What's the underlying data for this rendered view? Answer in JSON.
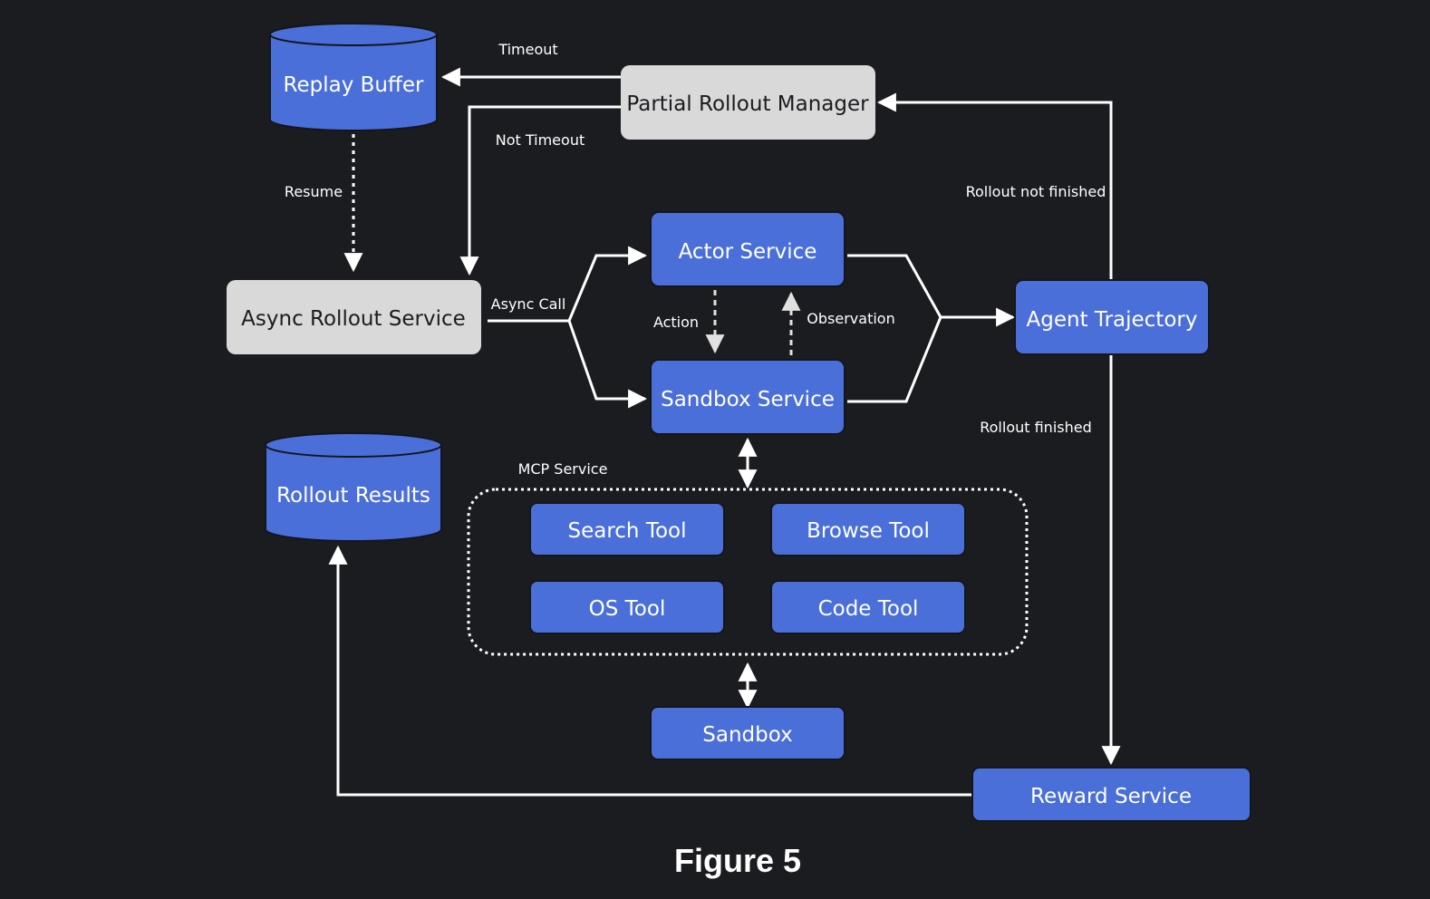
{
  "nodes": {
    "replay_buffer": "Replay Buffer",
    "partial_rollout_manager": "Partial Rollout Manager",
    "async_rollout_service": "Async Rollout Service",
    "actor_service": "Actor Service",
    "sandbox_service": "Sandbox Service",
    "agent_trajectory": "Agent Trajectory",
    "rollout_results": "Rollout Results",
    "search_tool": "Search Tool",
    "browse_tool": "Browse Tool",
    "os_tool": "OS Tool",
    "code_tool": "Code Tool",
    "sandbox": "Sandbox",
    "reward_service": "Reward Service"
  },
  "edge_labels": {
    "timeout": "Timeout",
    "not_timeout": "Not Timeout",
    "resume": "Resume",
    "rollout_not_finished": "Rollout not finished",
    "async_call": "Async Call",
    "action": "Action",
    "observation": "Observation",
    "rollout_finished": "Rollout finished",
    "mcp_service": "MCP Service"
  },
  "caption": "Figure 5",
  "colors": {
    "background": "#1b1c20",
    "blue_node": "#4a6fd8",
    "gray_node": "#d9d9d9",
    "edge": "#ffffff"
  }
}
